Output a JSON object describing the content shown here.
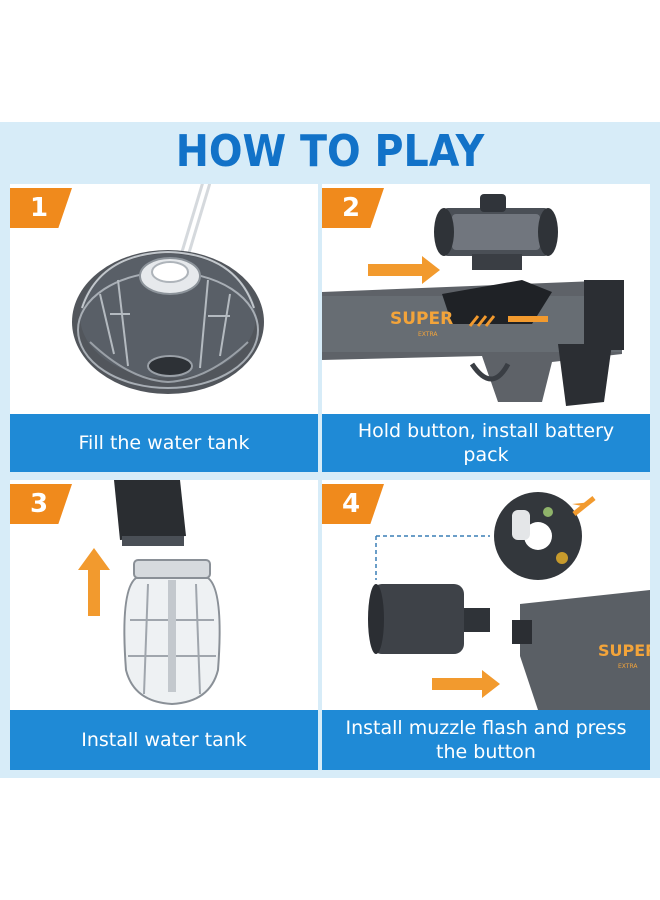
{
  "title": "HOW TO PLAY",
  "steps": [
    {
      "number": "1",
      "caption": "Fill the water tank",
      "image": "water-tank-filling"
    },
    {
      "number": "2",
      "caption": "Hold button, install battery pack",
      "image": "blaster-with-sight"
    },
    {
      "number": "3",
      "caption": "Install water tank",
      "image": "battery-and-tank"
    },
    {
      "number": "4",
      "caption": "Install muzzle flash and press the button",
      "image": "muzzle-flash-install"
    }
  ],
  "product_text": {
    "brand_label": "SUPER",
    "sub_label": "EXTRA"
  },
  "colors": {
    "title_blue": "#1272c8",
    "caption_blue": "#1f8ad6",
    "step_orange": "#f08a1c",
    "panel_background": "#d7ecf8"
  }
}
